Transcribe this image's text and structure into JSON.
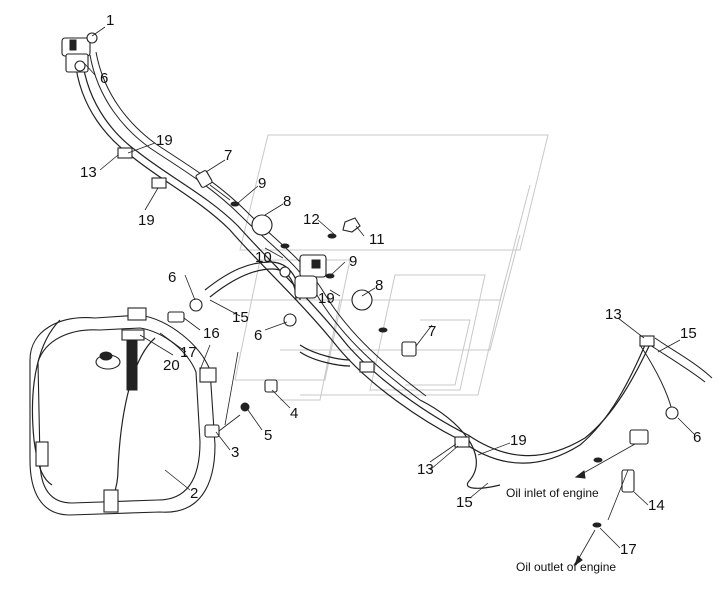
{
  "callouts": {
    "c1": "1",
    "c6a": "6",
    "c19a": "19",
    "c13a": "13",
    "c19b": "19",
    "c7a": "7",
    "c9a": "9",
    "c8a": "8",
    "c12": "12",
    "c11": "11",
    "c10": "10",
    "c9b": "9",
    "c19c": "19",
    "c8b": "8",
    "c6b": "6",
    "c15a": "15",
    "c6c": "6",
    "c16": "16",
    "c17a": "17",
    "c20": "20",
    "c7b": "7",
    "c4": "4",
    "c5": "5",
    "c3": "3",
    "c2": "2",
    "c13b": "13",
    "c15b": "15",
    "c6d": "6",
    "c19d": "19",
    "c13c": "13",
    "c15c": "15",
    "c14": "14",
    "c17b": "17"
  },
  "captions": {
    "inlet": "Oil inlet of engine",
    "outlet": "Oil outlet of engine"
  }
}
